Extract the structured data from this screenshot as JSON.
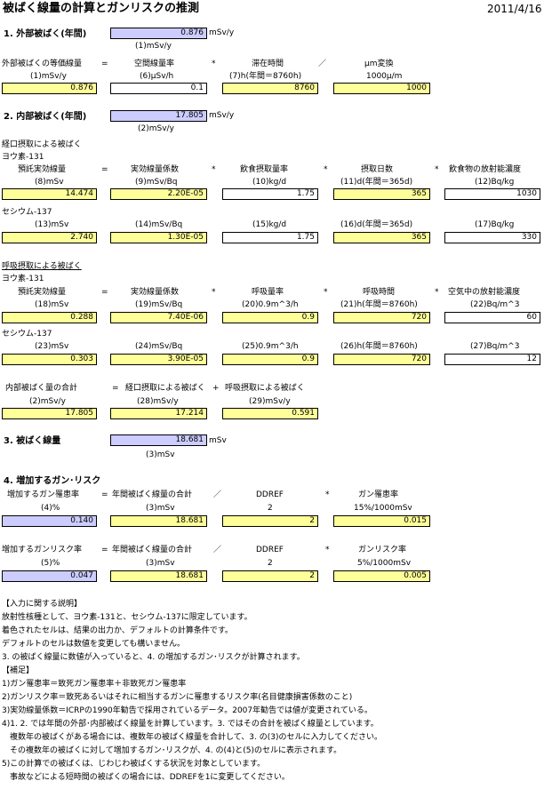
{
  "header": {
    "title": "被ばく線量の計算とガンリスクの推測",
    "date": "2011/4/16"
  },
  "s1": {
    "title": "1. 外部被ばく(年間)",
    "value": "0.876",
    "unit": "mSv/y",
    "sub": "(1)mSv/y",
    "row_label": "外部被ばくの等価線量",
    "eq": "=",
    "times": "*",
    "div": "／",
    "h1": "空間線量率",
    "h2": "滞在時間",
    "h3": "μm変換",
    "u0": "(1)mSv/y",
    "u1": "(6)μSv/h",
    "u2": "(7)h(年間＝8760h)",
    "u3": "1000μ/m",
    "v0": "0.876",
    "v1": "0.1",
    "v2": "8760",
    "v3": "1000"
  },
  "s2": {
    "title": "2. 内部被ばく(年間)",
    "value": "17.805",
    "unit": "mSv/y",
    "sub": "(2)mSv/y",
    "oral_title": "経口摂取による被ばく",
    "iodine": "ヨウ素-131",
    "cesium": "セシウム-137",
    "eq": "=",
    "times": "*",
    "oh0": "預託実効線量",
    "oh1": "実効線量係数",
    "oh2": "飲食摂取量率",
    "oh3": "摂取日数",
    "oh4": "飲食物の放射能濃度",
    "oi_u": [
      "(8)mSv",
      "(9)mSv/Bq",
      "(10)kg/d",
      "(11)d(年間＝365d)",
      "(12)Bq/kg"
    ],
    "oi_v": [
      "14.474",
      "2.20E-05",
      "1.75",
      "365",
      "1030"
    ],
    "oc_u": [
      "(13)mSv",
      "(14)mSv/Bq",
      "(15)kg/d",
      "(16)d(年間＝365d)",
      "(17)Bq/kg"
    ],
    "oc_v": [
      "2.740",
      "1.30E-05",
      "1.75",
      "365",
      "330"
    ],
    "inh_title": "呼吸摂取による被ばく",
    "ih0": "預託実効線量",
    "ih1": "実効線量係数",
    "ih2": "呼吸量率",
    "ih3": "呼吸時間",
    "ih4": "空気中の放射能濃度",
    "ii_u": [
      "(18)mSv",
      "(19)mSv/Bq",
      "(20)0.9m^3/h",
      "(21)h(年間＝8760h)",
      "(22)Bq/m^3"
    ],
    "ii_v": [
      "0.288",
      "7.40E-06",
      "0.9",
      "720",
      "60"
    ],
    "ic_u": [
      "(23)mSv",
      "(24)mSv/Bq",
      "(25)0.9m^3/h",
      "(26)h(年間＝8760h)",
      "(27)Bq/m^3"
    ],
    "ic_v": [
      "0.303",
      "3.90E-05",
      "0.9",
      "720",
      "12"
    ],
    "sum_label": "内部被ばく量の合計",
    "sum_p1": "経口摂取による被ばく",
    "plus": "+",
    "sum_p2": "呼吸摂取による被ばく",
    "sum_u": [
      "(2)mSv/y",
      "(28)mSv/y",
      "(29)mSv/y"
    ],
    "sum_v": [
      "17.805",
      "17.214",
      "0.591"
    ]
  },
  "s3": {
    "title": "3. 被ばく線量",
    "value": "18.681",
    "unit": "mSv",
    "sub": "(3)mSv"
  },
  "s4": {
    "title": "4. 増加するガン･リスク",
    "eq": "=",
    "div": "／",
    "times": "*",
    "a_h0": "増加するガン罹患率",
    "a_h1": "年間被ばく線量の合計",
    "a_h2": "DDREF",
    "a_h3": "ガン罹患率",
    "a_u": [
      "(4)%",
      "(3)mSv",
      "2",
      "15%/1000mSv"
    ],
    "a_v": [
      "0.140",
      "18.681",
      "2",
      "0.015"
    ],
    "b_h0": "増加するガンリスク率",
    "b_h1": "年間被ばく線量の合計",
    "b_h2": "DDREF",
    "b_h3": "ガンリスク率",
    "b_u": [
      "(5)%",
      "(3)mSv",
      "2",
      "5%/1000mSv"
    ],
    "b_v": [
      "0.047",
      "18.681",
      "2",
      "0.005"
    ]
  },
  "notes": [
    "【入力に関する説明】",
    "放射性核種として、ヨウ素-131と、セシウム-137に限定しています。",
    "着色されたセルは、結果の出力か、デフォルトの計算条件です。",
    "デフォルトのセルは数値を変更しても構いません。",
    "3. の被ばく線量に数値が入っていると、4. の増加するガン･リスクが計算されます。",
    "【補足】",
    "1)ガン罹患率＝致死ガン罹患率＋非致死ガン罹患率",
    "2)ガンリスク率＝致死あるいはそれに相当するガンに罹患するリスク率(名目健康損害係数のこと)",
    "3)実効線量係数＝ICRPの1990年勧告で採用されているデータ。2007年勧告では値が変更されている。",
    "4)1. 2. では年間の外部･内部被ばく線量を計算しています。3. ではその合計を被ばく線量としています。",
    "　複数年の被ばくがある場合には、複数年の被ばく線量を合計して、3. の(3)のセルに入力してください。",
    "　その複数年の被ばくに対して増加するガン･リスクが、4. の(4)と(5)のセルに表示されます。",
    "5)この計算での被ばくは、じわじわ被ばくする状況を対象としています。",
    "　事故などによる短時間の被ばくの場合には、DDREFを1に変更してください。"
  ]
}
